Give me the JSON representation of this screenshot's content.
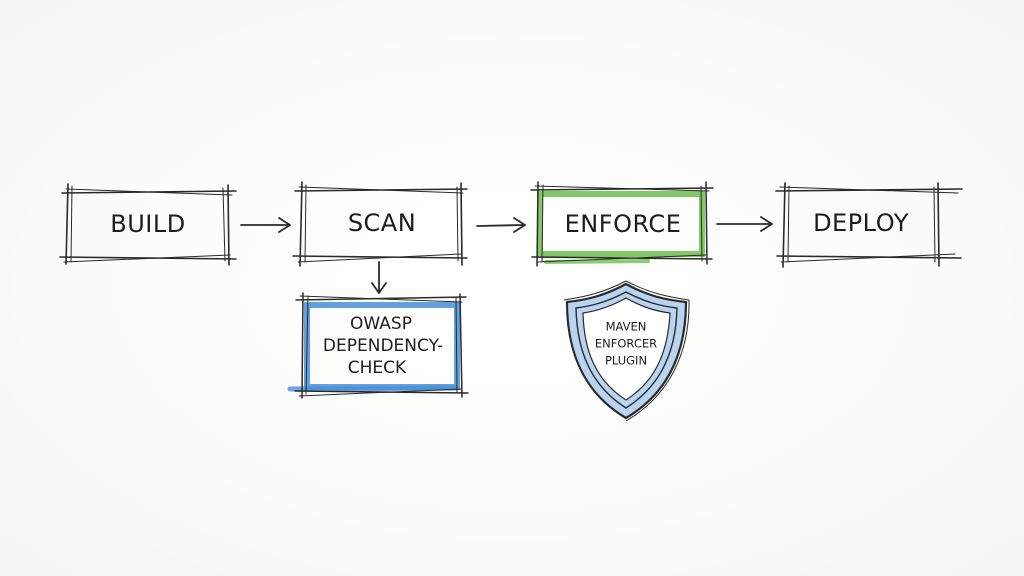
{
  "stages": [
    {
      "id": "build",
      "label": "BUILD"
    },
    {
      "id": "scan",
      "label": "SCAN"
    },
    {
      "id": "enforce",
      "label": "ENFORCE"
    },
    {
      "id": "deploy",
      "label": "DEPLOY"
    }
  ],
  "scan_tool": {
    "lines": [
      "OWASP",
      "DEPENDENCY-",
      "CHECK"
    ]
  },
  "enforce_tool": {
    "lines": [
      "MAVEN",
      "ENFORCER",
      "PLUGIN"
    ]
  },
  "colors": {
    "ink": "#2a2a2a",
    "enforce_accent": "#6cc04a",
    "scan_tool_accent": "#4a8fd8",
    "shield_fill": "#b9d4f0"
  }
}
